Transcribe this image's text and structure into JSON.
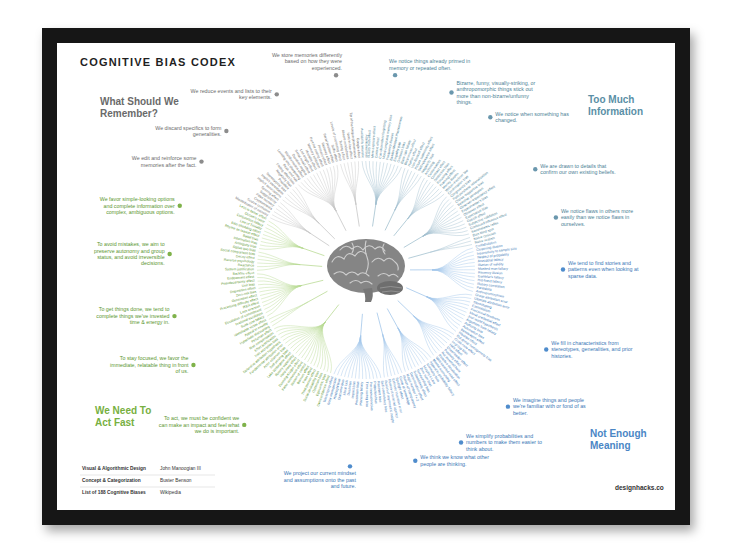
{
  "diagram": {
    "title": "COGNITIVE BIAS CODEX",
    "labels": [
      "Too Much Information",
      "Not Enough Meaning",
      "We Need To Act Fast",
      "What Should We Remember?",
      "We notice things already primed in memory or repeated often.",
      "Availability heuristic",
      "Attentional bias",
      "Illusory truth effect",
      "Mere exposure effect",
      "Context effect",
      "Cue-dependent forgetting",
      "Mood-congruent memory bias",
      "Frequency illusion",
      "Baader-Meinhof Phenomenon",
      "Empathy gap",
      "Omission bias",
      "Base rate fallacy",
      "Bizarre, funny, visually-striking, or anthropomorphic things stick out more than non-bizarre/unfunny things.",
      "Bizarreness effect",
      "Humor effect",
      "Von Restorff effect",
      "Picture superiority effect",
      "Self-relevance effect",
      "Negativity bias",
      "We notice when something has changed.",
      "Anchoring",
      "Conservatism",
      "Contrast effect",
      "Distinction bias",
      "Focusing effect",
      "Framing effect",
      "Money illusion",
      "Weber–Fechner law",
      "We are drawn to details that confirm our own existing beliefs.",
      "Confirmation bias",
      "Congruence bias",
      "Post-purchase rationalization",
      "Choice-supportive bias",
      "Selective perception",
      "Observer-expectancy effect",
      "Experimenter's bias",
      "Observer effect",
      "Expectation bias",
      "Ostrich effect",
      "Subjective validation",
      "Continued influence effect",
      "Semmelweis reflex",
      "We notice flaws in others more easily than we notice flaws in ourselves.",
      "Bias blind spot",
      "Naïve cynicism",
      "Naïve realism",
      "We tend to find stories and patterns even when looking at sparse data.",
      "Confabulation",
      "Clustering illusion",
      "Insensitivity to sample size",
      "Neglect of probability",
      "Anecdotal fallacy",
      "Illusion of validity",
      "Masked man fallacy",
      "Recency illusion",
      "Gambler's fallacy",
      "Hot-hand fallacy",
      "Illusory correlation",
      "Pareidolia",
      "Anthropomorphism",
      "We fill in characteristics from stereotypes, generalities, and prior histories.",
      "Group attribution error",
      "Ultimate attribution error",
      "Stereotyping",
      "Essentialism",
      "Functional fixedness",
      "Moral credential effect",
      "Just-world hypothesis",
      "Argument from fallacy",
      "Authority bias",
      "Automation bias",
      "Bandwagon effect",
      "Placebo effect",
      "We imagine things and people we're familiar with or fond of as better.",
      "Out-group homogeneity bias",
      "Cross-race effect",
      "In-group bias",
      "Halo effect",
      "Cheerleader effect",
      "Positivity effect",
      "Not invented here",
      "Reactive devaluation",
      "Well-traveled road effect",
      "We simplify probabilities and numbers to make them easier to think about.",
      "Mental accounting",
      "Appeal to probability fallacy",
      "Normalcy bias",
      "Murphy's Law",
      "Zero sum bias",
      "Survivorship bias",
      "Subadditivity effect",
      "Denomination effect",
      "Magic number 7+-2",
      "We think we know what other people are thinking.",
      "Illusion of transparency",
      "Curse of knowledge",
      "Spotlight effect",
      "Extrinsic incentive error",
      "Illusion of external agency",
      "Illusion of asymmetric insight",
      "We project our current mindset and assumptions onto the past and future.",
      "Self-consistency bias",
      "Resistant bias",
      "Projection bias",
      "Pro-innovation bias",
      "Time-saving bias",
      "Planning fallacy",
      "Pessimism bias",
      "Impact bias",
      "Declinism",
      "Moral luck",
      "Outcome bias",
      "Hindsight bias",
      "Rosy retrospection",
      "Telescoping effect",
      "To act, we must be confident we can make an impact and feel what we do is important.",
      "Overconfidence effect",
      "Egocentric bias",
      "Optimism bias",
      "Social desirability bias",
      "Third-person effect",
      "Forer effect",
      "Barnum effect",
      "Illusion of control",
      "False consensus effect",
      "Dunning-Kruger effect",
      "Hard-easy effect",
      "Illusory superiority",
      "Lake Wobegone effect",
      "Self-serving bias",
      "Actor-observer bias",
      "Fundamental attribution error",
      "Defensive attribution hypothesis",
      "Trait ascription bias",
      "Effort justification",
      "Risk compensation",
      "Peltzman effect",
      "To stay focused, we favor the immediate, relatable thing in front of us.",
      "Hyperbolic discounting",
      "Appeal to novelty",
      "Identifiable victim effect",
      "To get things done, we tend to complete things we've invested time & energy in.",
      "Sunk cost fallacy",
      "Irrational escalation",
      "Escalation of commitment",
      "Loss aversion",
      "IKEA effect",
      "Processing difficulty effect",
      "Generation effect",
      "Zero-risk bias",
      "Disposition effect",
      "Unit bias",
      "Pseudocertainty effect",
      "Endowment effect",
      "Backfire effect",
      "To avoid mistakes, we aim to preserve autonomy and group status, and avoid irreversible decisions.",
      "System justification",
      "Reactance",
      "Reverse psychology",
      "Decoy effect",
      "Social comparison bias",
      "Status quo bias",
      "We favor simple-looking options and complete information over complex, ambiguous options.",
      "Ambiguity bias",
      "Information bias",
      "Belief bias",
      "Rhyme as reason effect",
      "Bike-shedding effect",
      "Law of Triviality",
      "Conjunction fallacy",
      "Occam's razor",
      "Less-is-better effect",
      "We edit and reinforce some memories after the fact.",
      "Misattribution of memory",
      "Source confusion",
      "Cryptomnesia",
      "False memory",
      "Suggestibility",
      "Spacing effect",
      "We discard specifics to form generalities.",
      "Implicit associations",
      "Implicit stereotypes",
      "Stereotypical bias",
      "Prejudice",
      "Negativity bias",
      "Fading affect bias",
      "We reduce events and lists to their key elements.",
      "Peak–end rule",
      "Leveling and sharpening",
      "Misinformation effect",
      "Duration neglect",
      "Serial recall effect",
      "List-length effect",
      "Modality effect",
      "Memory inhibition",
      "Part-list cueing effect",
      "Primacy effect",
      "Recency effect",
      "Serial position effect",
      "Suffix effect",
      "We store memories differently based on how they were experienced.",
      "Levels of processing effect",
      "Testing effect",
      "Absent-mindedness",
      "Next-in-line effect",
      "Tip of the tongue phenomenon",
      "Google effect",
      "Visual & Algorithmic Design",
      "John Manoogian III",
      "Concept & Categorization",
      "Buster Benson",
      "List of 188 Cognitive Biases",
      "Wikipedia",
      "designhacks.co"
    ]
  }
}
